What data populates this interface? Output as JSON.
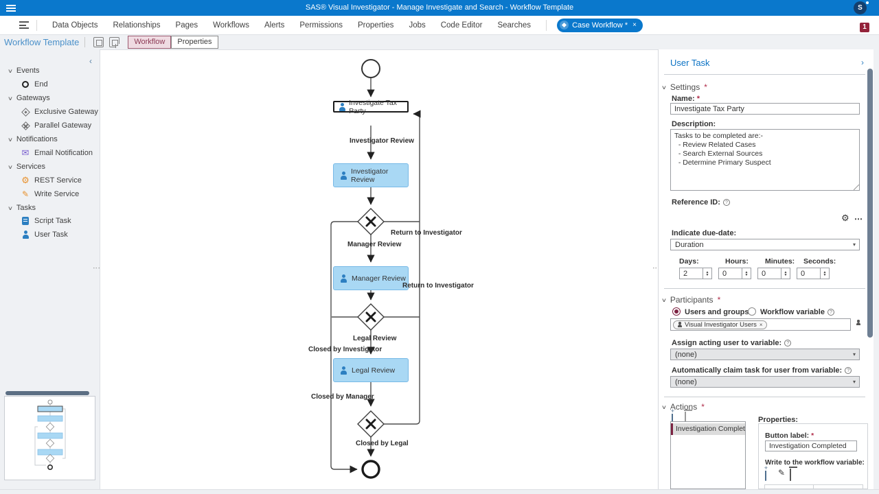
{
  "titlebar": {
    "title": "SAS® Visual Investigator - Manage Investigate and Search - Workflow Template",
    "avatar_initial": "S"
  },
  "menubar": {
    "items": [
      "Data Objects",
      "Relationships",
      "Pages",
      "Workflows",
      "Alerts",
      "Permissions",
      "Properties",
      "Jobs",
      "Code Editor",
      "Searches"
    ],
    "case_tab": {
      "label": "Case Workflow *",
      "close": "×"
    },
    "notification_badge": "1"
  },
  "toolbar": {
    "title": "Workflow Template",
    "view_tabs": [
      {
        "label": "Workflow"
      },
      {
        "label": "Properties"
      }
    ]
  },
  "palette": {
    "sections": [
      {
        "label": "Events",
        "items": [
          {
            "label": "End"
          }
        ]
      },
      {
        "label": "Gateways",
        "items": [
          {
            "label": "Exclusive Gateway"
          },
          {
            "label": "Parallel Gateway"
          }
        ]
      },
      {
        "label": "Notifications",
        "items": [
          {
            "label": "Email Notification"
          }
        ]
      },
      {
        "label": "Services",
        "items": [
          {
            "label": "REST Service"
          },
          {
            "label": "Write Service"
          }
        ]
      },
      {
        "label": "Tasks",
        "items": [
          {
            "label": "Script Task"
          },
          {
            "label": "User Task"
          }
        ]
      }
    ]
  },
  "canvas": {
    "nodes": [
      {
        "label": "Investigate Tax Party",
        "selected": true
      },
      {
        "label": "Investigator Review"
      },
      {
        "label": "Manager Review"
      },
      {
        "label": "Legal Review"
      }
    ],
    "edge_labels": [
      {
        "text": "Investigator Review"
      },
      {
        "text": "Return to Investigator"
      },
      {
        "text": "Manager Review"
      },
      {
        "text": "Return to Investigator"
      },
      {
        "text": "Legal Review"
      },
      {
        "text": "Closed by Investigator"
      },
      {
        "text": "Closed by Manager"
      },
      {
        "text": "Closed by Legal"
      }
    ]
  },
  "panel": {
    "title": "User Task",
    "required_marker": "*",
    "settings": {
      "header": "Settings",
      "name_label": "Name:",
      "name_value": "Investigate Tax Party",
      "description_label": "Description:",
      "description_value": "Tasks to be completed are:-\n  - Review Related Cases\n  - Search External Sources\n  - Determine Primary Suspect",
      "reference_label": "Reference ID:",
      "due_date_label": "Indicate due-date:",
      "due_date_value": "Duration",
      "duration_fields": [
        {
          "label": "Days:",
          "value": "2"
        },
        {
          "label": "Hours:",
          "value": "0"
        },
        {
          "label": "Minutes:",
          "value": "0"
        },
        {
          "label": "Seconds:",
          "value": "0"
        }
      ]
    },
    "participants": {
      "header": "Participants",
      "radio_users": "Users and groups",
      "radio_variable": "Workflow variable",
      "chip": "Visual Investigator Users",
      "chip_close": "×",
      "assign_label": "Assign acting user to variable:",
      "assign_value": "(none)",
      "claim_label": "Automatically claim task for user from variable:",
      "claim_value": "(none)"
    },
    "actions": {
      "header": "Actions",
      "list": [
        {
          "label": "Investigation Completed"
        }
      ],
      "properties_label": "Properties:",
      "button_label": "Button label:",
      "button_value": "Investigation Completed",
      "write_label": "Write to the workflow variable:"
    }
  }
}
